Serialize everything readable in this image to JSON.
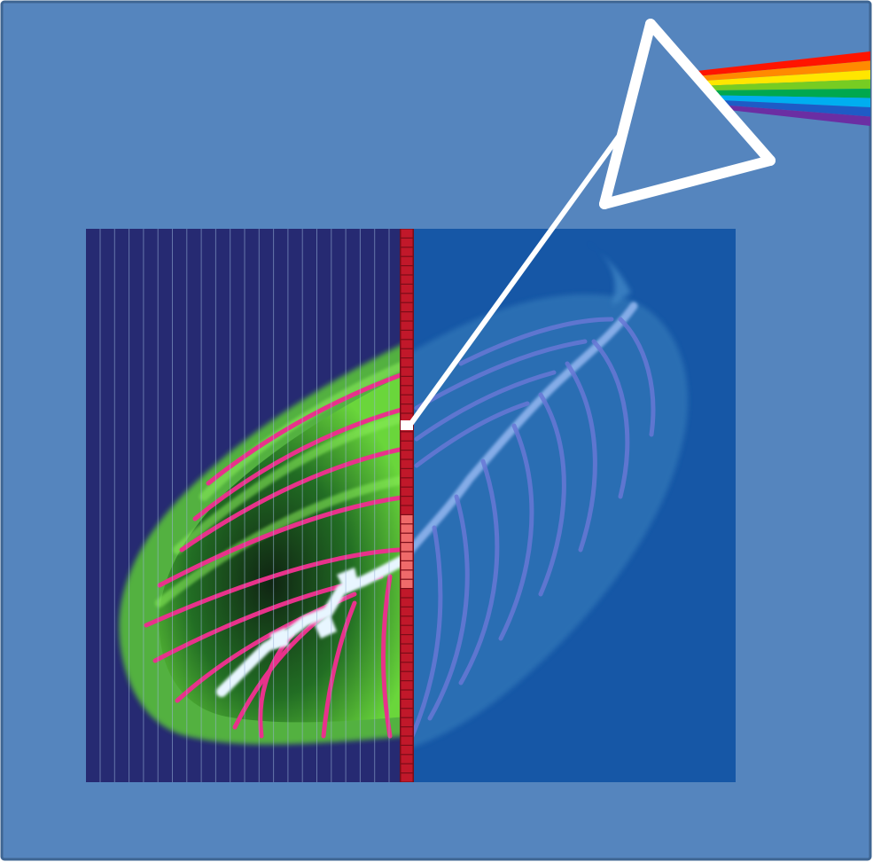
{
  "figure": {
    "kind": "hyperspectral-imaging-illustration",
    "subject": "leaf",
    "components": [
      "background-panel",
      "leaf-image-split",
      "scan-line-grid",
      "spectral-strip",
      "light-ray",
      "prism",
      "spectrum-beam"
    ]
  },
  "colors": {
    "panel_fill": "#5585be",
    "panel_stroke": "#3e6592",
    "left_image_bg": "#262a72",
    "right_image_bg": "#1657a6",
    "leaf_green": "#6bd83b",
    "vein_pink": "#e8328b",
    "midrib_white": "#e8f6ff",
    "right_leaf_fill": "#2f73b6",
    "right_vein": "#6878d6",
    "strip_red": "#c1182a",
    "strip_highlight": "#ef6a6a",
    "ray_white": "#ffffff",
    "spectrum": [
      "#ff1500",
      "#ff8a00",
      "#ffe600",
      "#77cc22",
      "#00a84f",
      "#00aef0",
      "#1e5bc6",
      "#6b2ea3"
    ]
  },
  "icons": {
    "prism": "triangle-prism-icon",
    "spectrum": "rainbow-beam-icon"
  }
}
